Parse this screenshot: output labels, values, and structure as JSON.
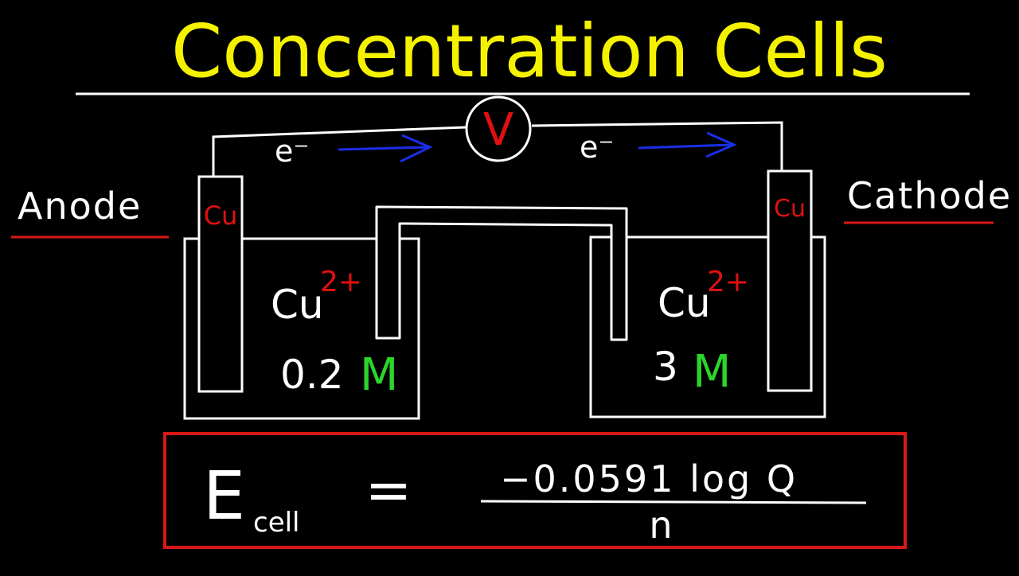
{
  "title": "Concentration Cells",
  "labels": {
    "anode": "Anode",
    "cathode": "Cathode",
    "voltmeter": "V",
    "electron_left": "e⁻",
    "electron_right": "e⁻"
  },
  "electrodes": {
    "left": "Cu",
    "right": "Cu"
  },
  "left_cell": {
    "ion": "Cu",
    "charge": "2+",
    "concentration": "0.2",
    "unit": "M"
  },
  "right_cell": {
    "ion": "Cu",
    "charge": "2+",
    "concentration": "3",
    "unit": "M"
  },
  "equation": {
    "symbol": "E",
    "subscript": "cell",
    "equals": "=",
    "numerator": "−0.0591 log Q",
    "denominator": "n"
  },
  "colors": {
    "background": "#000000",
    "title": "#f5f200",
    "lines": "#ffffff",
    "electrode_text": "#e01010",
    "arrow": "#1a2ee8",
    "underline": "#d81818",
    "molar": "#2bd62b",
    "equation_box": "#d81818"
  }
}
